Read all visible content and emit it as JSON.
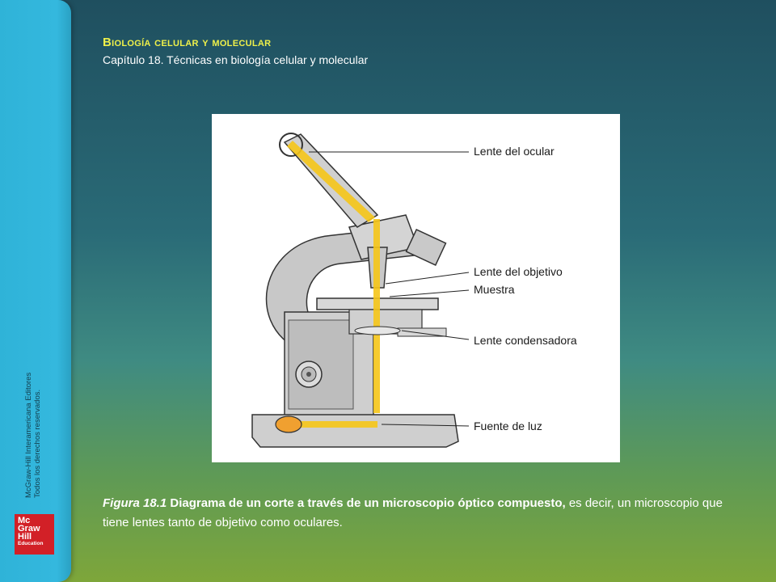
{
  "header": {
    "title": "Biología celular y molecular",
    "subtitle": "Capítulo 18. Técnicas en biología celular y molecular"
  },
  "sidebar": {
    "copyright_line1": "McGraw-Hill Interamericana Editores",
    "copyright_line2": "Todos los derechos reservados.",
    "logo": {
      "line1": "Mc",
      "line2": "Graw",
      "line3": "Hill",
      "line4": "Education"
    }
  },
  "figure": {
    "labels": {
      "ocular": "Lente del ocular",
      "objetivo": "Lente del objetivo",
      "muestra": "Muestra",
      "condensadora": "Lente condensadora",
      "fuente": "Fuente de luz"
    }
  },
  "caption": {
    "figure_label": "Figura 18.1",
    "bold_text": "Diagrama de un corte a través de un microscopio óptico compuesto,",
    "rest_text": " es decir, un microscopio que tiene lentes tanto de objetivo como oculares."
  },
  "colors": {
    "accent_title": "#eef04a",
    "sidebar": "#34b8de",
    "light_beam": "#f5c518",
    "logo_red": "#d22027"
  }
}
